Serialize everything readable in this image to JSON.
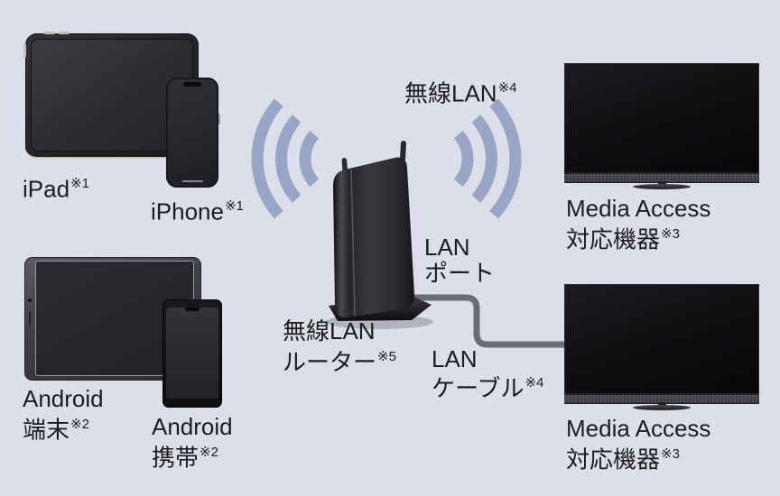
{
  "labels": {
    "ipad": {
      "name": "iPad",
      "note": "※1"
    },
    "iphone": {
      "name": "iPhone",
      "note": "※1"
    },
    "android_tablet": {
      "line1": "Android",
      "line2": "端末",
      "note": "※2"
    },
    "android_phone": {
      "line1": "Android",
      "line2": "携帯",
      "note": "※2"
    },
    "wireless_lan": {
      "name": "無線LAN",
      "note": "※4"
    },
    "lan_port": {
      "line1": "LAN",
      "line2": "ポート"
    },
    "router": {
      "line1": "無線LAN",
      "line2": "ルーター",
      "note": "※5"
    },
    "lan_cable": {
      "line1": "LAN",
      "line2": "ケーブル",
      "note": "※4"
    },
    "tv_top": {
      "line1": "Media Access",
      "line2": "対応機器",
      "note": "※3"
    },
    "tv_bottom": {
      "line1": "Media Access",
      "line2": "対応機器",
      "note": "※3"
    }
  },
  "colors": {
    "background": "#dcdfea",
    "wifi_signal": "#97a6c5",
    "lan_cable": "#6a6e72",
    "device_body": "#1c1c20",
    "text": "#1c1c1c"
  }
}
